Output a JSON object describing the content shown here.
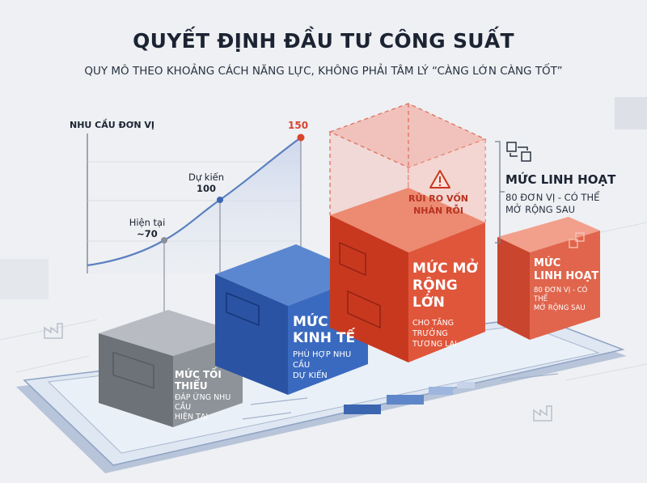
{
  "title": "QUYẾT ĐỊNH ĐẦU TƯ CÔNG SUẤT",
  "subtitle": "QUY MÔ THEO KHOẢNG CÁCH NĂNG LỰC, KHÔNG PHẢI TÂM LÝ “CÀNG LỚN CÀNG TỐT”",
  "chart": {
    "ylabel": "NHU CẦU ĐƠN VỊ",
    "current_label": "Hiện tại",
    "current_value": "~70",
    "forecast_label": "Dự kiến",
    "forecast_value": "100",
    "peak_value": "150"
  },
  "blocks": {
    "minimum": {
      "title": "MỨC TỐI THIỂU",
      "desc_line1": "ĐÁP ỨNG NHU CẦU",
      "desc_line2": "HIỆN TẠI"
    },
    "economic": {
      "title_line1": "MỨC",
      "title_line2": "KINH TẾ",
      "desc_line1": "PHÙ HỢP NHU CẦU",
      "desc_line2": "DỰ KIẾN"
    },
    "large": {
      "title_line1": "MỨC MỞ",
      "title_line2": "RỘNG LỚN",
      "desc_line1": "CHO TĂNG TRƯỞNG",
      "desc_line2": "TƯƠNG LAI"
    },
    "flexible": {
      "title_line1": "MỨC",
      "title_line2": "LINH HOẠT",
      "desc_line1": "80 ĐƠN VỊ - CÓ THỂ",
      "desc_line2": "MỞ RỘNG SAU"
    }
  },
  "risk": {
    "line1": "RỦI RO VỐN",
    "line2": "NHÀN RỖI"
  },
  "flex_callout": {
    "title": "MỨC LINH HOẠT",
    "line1": "80 ĐƠN VỊ - CÓ THỂ",
    "line2": "MỞ RỘNG SAU"
  },
  "colors": {
    "gray": "#7d8289",
    "blue": "#2f5fb3",
    "red": "#d8452e",
    "orange": "#e06a50",
    "navy": "#1c2433"
  }
}
